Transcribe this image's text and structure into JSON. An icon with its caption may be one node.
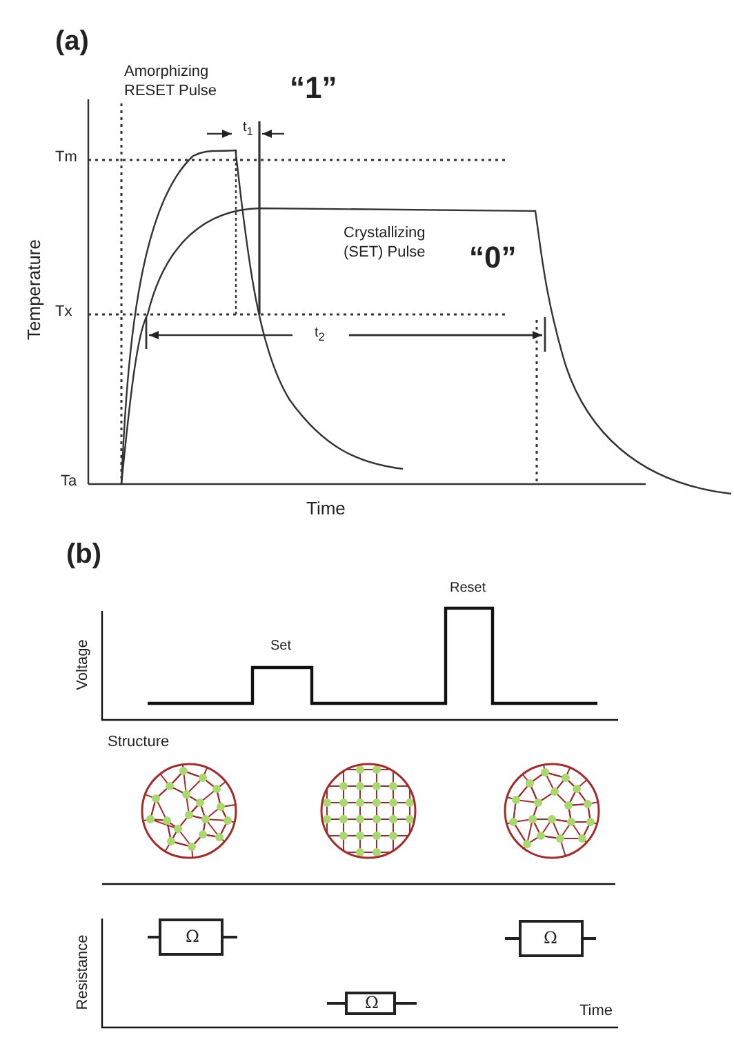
{
  "diagram": {
    "nodes": [
      {
        "text": [
          "Ω"
        ]
      },
      {
        "text": [
          "Ω"
        ]
      },
      {
        "text": [
          "Ω"
        ]
      }
    ],
    "labels": [
      "(a)",
      "Amorphizing RESET Pulse",
      "“1”",
      "t$_{1}$",
      "Tm",
      "Crystallizing (SET) Pulse",
      "“0”",
      "Temperature",
      "Tx",
      "t$_{2}$",
      "Ta",
      "Time",
      "(b)",
      "Reset",
      "Set",
      "Voltage",
      "Structure",
      "Resistance",
      "Time"
    ]
  }
}
